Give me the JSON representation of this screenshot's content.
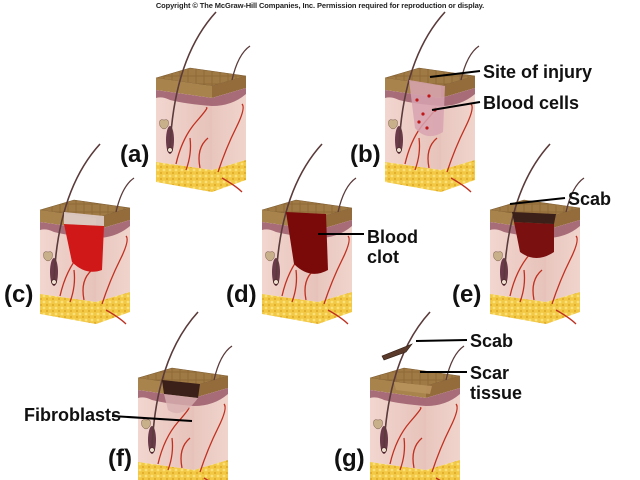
{
  "copyright": "Copyright © The McGraw-Hill Companies, Inc. Permission required for reproduction or display.",
  "colors": {
    "epidermis_top": "#8a6a3a",
    "epidermis_light": "#a8844c",
    "epidermis_band": "#9a5a6a",
    "dermis": "#f0d2cc",
    "dermis_shade": "#e2bcb4",
    "subcutaneous": "#f2c844",
    "vessel": "#c03020",
    "hair": "#5a3a3a",
    "fresh_blood": "#d01818",
    "clot": "#7a0a0a",
    "scab": "#3a2018"
  },
  "panels": [
    {
      "id": "a",
      "letter": "(a)",
      "stage": "intact",
      "callouts": []
    },
    {
      "id": "b",
      "letter": "(b)",
      "stage": "injury",
      "callouts": [
        {
          "text_lines": [
            "Site of injury"
          ]
        },
        {
          "text_lines": [
            "Blood cells"
          ]
        }
      ]
    },
    {
      "id": "c",
      "letter": "(c)",
      "stage": "bleeding",
      "callouts": []
    },
    {
      "id": "d",
      "letter": "(d)",
      "stage": "clot",
      "callouts": [
        {
          "text_lines": [
            "Blood",
            "clot"
          ]
        }
      ]
    },
    {
      "id": "e",
      "letter": "(e)",
      "stage": "scab",
      "callouts": [
        {
          "text_lines": [
            "Scab"
          ]
        }
      ]
    },
    {
      "id": "f",
      "letter": "(f)",
      "stage": "fibroblasts",
      "callouts": [
        {
          "text_lines": [
            "Fibroblasts"
          ]
        }
      ]
    },
    {
      "id": "g",
      "letter": "(g)",
      "stage": "scar",
      "callouts": [
        {
          "text_lines": [
            "Scab"
          ]
        },
        {
          "text_lines": [
            "Scar",
            "tissue"
          ]
        }
      ]
    }
  ]
}
